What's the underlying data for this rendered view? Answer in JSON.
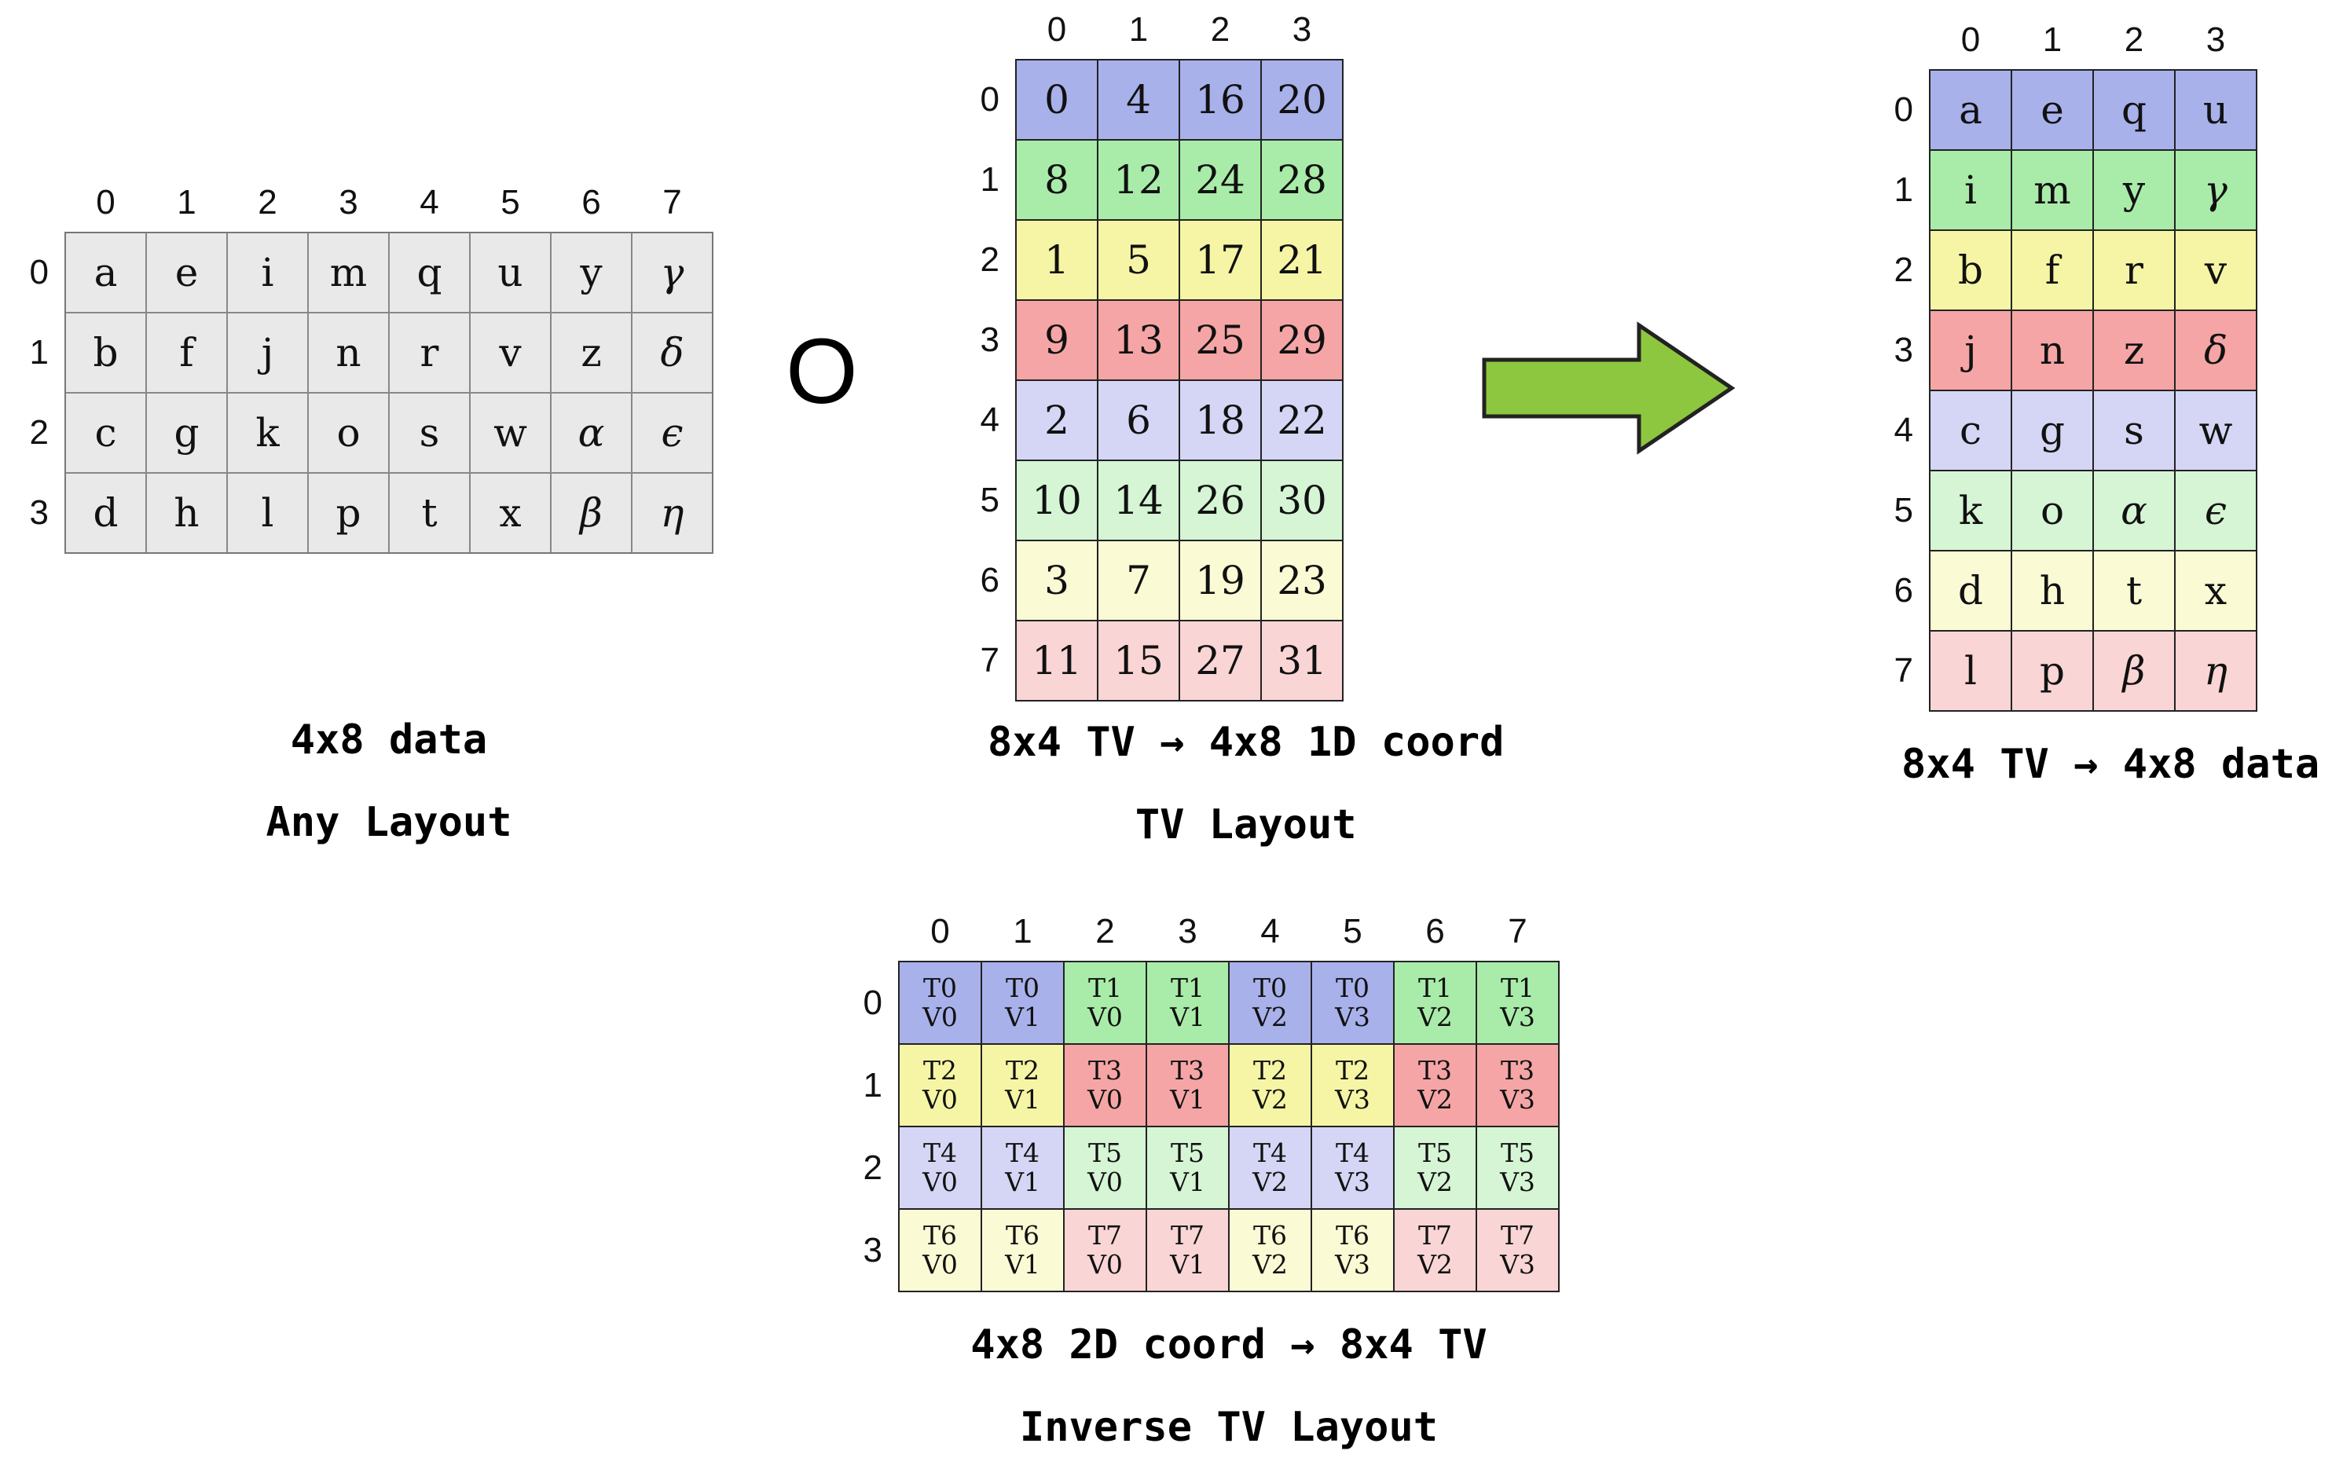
{
  "compose_symbol": "O",
  "colors": {
    "gray": "#e9e9e9",
    "blue": "#a8b1ea",
    "green": "#a9eca9",
    "yellow": "#f5f5a5",
    "red": "#f5a5a5",
    "lavender": "#d5d5f5",
    "lightgreen": "#d5f5d5",
    "lightyellow": "#fafad5",
    "pink": "#fad5d5",
    "arrow_fill": "#8dc63f",
    "arrow_stroke": "#222222"
  },
  "tables": {
    "any_layout": {
      "col_headers": [
        "0",
        "1",
        "2",
        "3",
        "4",
        "5",
        "6",
        "7"
      ],
      "row_headers": [
        "0",
        "1",
        "2",
        "3"
      ],
      "color": "gray",
      "rows": [
        [
          "a",
          "e",
          "i",
          "m",
          "q",
          "u",
          "y",
          "γ"
        ],
        [
          "b",
          "f",
          "j",
          "n",
          "r",
          "v",
          "z",
          "δ"
        ],
        [
          "c",
          "g",
          "k",
          "o",
          "s",
          "w",
          "α",
          "ϵ"
        ],
        [
          "d",
          "h",
          "l",
          "p",
          "t",
          "x",
          "β",
          "η"
        ]
      ],
      "caption": [
        "4x8 data",
        "Any Layout"
      ]
    },
    "tv_layout": {
      "col_headers": [
        "0",
        "1",
        "2",
        "3"
      ],
      "row_headers": [
        "0",
        "1",
        "2",
        "3",
        "4",
        "5",
        "6",
        "7"
      ],
      "row_colors": [
        "blue",
        "green",
        "yellow",
        "red",
        "lavender",
        "lightgreen",
        "lightyellow",
        "pink"
      ],
      "rows": [
        [
          "0",
          "4",
          "16",
          "20"
        ],
        [
          "8",
          "12",
          "24",
          "28"
        ],
        [
          "1",
          "5",
          "17",
          "21"
        ],
        [
          "9",
          "13",
          "25",
          "29"
        ],
        [
          "2",
          "6",
          "18",
          "22"
        ],
        [
          "10",
          "14",
          "26",
          "30"
        ],
        [
          "3",
          "7",
          "19",
          "23"
        ],
        [
          "11",
          "15",
          "27",
          "31"
        ]
      ],
      "caption": [
        "8x4 TV → 4x8 1D coord",
        "TV Layout"
      ]
    },
    "tv_data": {
      "col_headers": [
        "0",
        "1",
        "2",
        "3"
      ],
      "row_headers": [
        "0",
        "1",
        "2",
        "3",
        "4",
        "5",
        "6",
        "7"
      ],
      "row_colors": [
        "blue",
        "green",
        "yellow",
        "red",
        "lavender",
        "lightgreen",
        "lightyellow",
        "pink"
      ],
      "rows": [
        [
          "a",
          "e",
          "q",
          "u"
        ],
        [
          "i",
          "m",
          "y",
          "γ"
        ],
        [
          "b",
          "f",
          "r",
          "v"
        ],
        [
          "j",
          "n",
          "z",
          "δ"
        ],
        [
          "c",
          "g",
          "s",
          "w"
        ],
        [
          "k",
          "o",
          "α",
          "ϵ"
        ],
        [
          "d",
          "h",
          "t",
          "x"
        ],
        [
          "l",
          "p",
          "β",
          "η"
        ]
      ],
      "caption": [
        "8x4 TV → 4x8 data"
      ]
    },
    "inverse_tv": {
      "col_headers": [
        "0",
        "1",
        "2",
        "3",
        "4",
        "5",
        "6",
        "7"
      ],
      "row_headers": [
        "0",
        "1",
        "2",
        "3"
      ],
      "cell_colors": [
        [
          "blue",
          "blue",
          "green",
          "green",
          "blue",
          "blue",
          "green",
          "green"
        ],
        [
          "yellow",
          "yellow",
          "red",
          "red",
          "yellow",
          "yellow",
          "red",
          "red"
        ],
        [
          "lavender",
          "lavender",
          "lightgreen",
          "lightgreen",
          "lavender",
          "lavender",
          "lightgreen",
          "lightgreen"
        ],
        [
          "lightyellow",
          "lightyellow",
          "pink",
          "pink",
          "lightyellow",
          "lightyellow",
          "pink",
          "pink"
        ]
      ],
      "rows": [
        [
          "T0\nV0",
          "T0\nV1",
          "T1\nV0",
          "T1\nV1",
          "T0\nV2",
          "T0\nV3",
          "T1\nV2",
          "T1\nV3"
        ],
        [
          "T2\nV0",
          "T2\nV1",
          "T3\nV0",
          "T3\nV1",
          "T2\nV2",
          "T2\nV3",
          "T3\nV2",
          "T3\nV3"
        ],
        [
          "T4\nV0",
          "T4\nV1",
          "T5\nV0",
          "T5\nV1",
          "T4\nV2",
          "T4\nV3",
          "T5\nV2",
          "T5\nV3"
        ],
        [
          "T6\nV0",
          "T6\nV1",
          "T7\nV0",
          "T7\nV1",
          "T6\nV2",
          "T6\nV3",
          "T7\nV2",
          "T7\nV3"
        ]
      ],
      "caption": [
        "4x8 2D coord → 8x4 TV",
        "Inverse TV Layout"
      ]
    }
  }
}
